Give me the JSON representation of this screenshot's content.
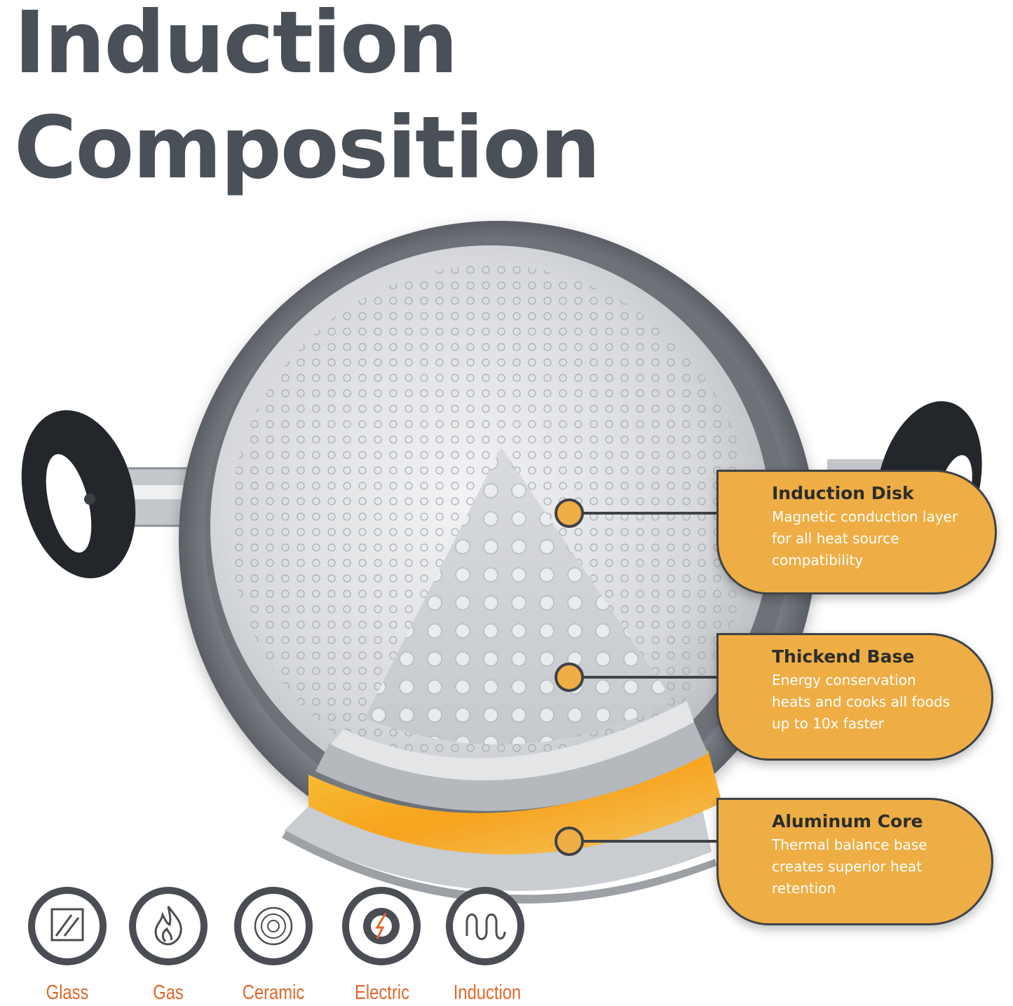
{
  "title": {
    "line1": "Induction",
    "line2": "Composition"
  },
  "layers": [
    {
      "name": "Induction Disk",
      "lines": [
        "Magnetic conduction layer",
        "for all heat source",
        "compatibility"
      ]
    },
    {
      "name": "Thickend Base",
      "lines": [
        "Energy conservation",
        "heats and cooks all foods",
        "up to 10x faster"
      ]
    },
    {
      "name": "Aluminum Core",
      "lines": [
        "Thermal balance base",
        "creates superior heat",
        "retention"
      ]
    }
  ],
  "heat_sources": [
    {
      "label": "Glass",
      "icon": "glass-hob-icon"
    },
    {
      "label": "Gas",
      "icon": "gas-flame-icon"
    },
    {
      "label": "Ceramic",
      "icon": "ceramic-hob-icon"
    },
    {
      "label": "Electric",
      "icon": "electric-hob-icon"
    },
    {
      "label": "Induction",
      "icon": "induction-coil-icon"
    }
  ],
  "colors": {
    "accent": "#eeae45",
    "title": "#4a5058",
    "label": "#e2662a",
    "dark": "#3f4247"
  }
}
